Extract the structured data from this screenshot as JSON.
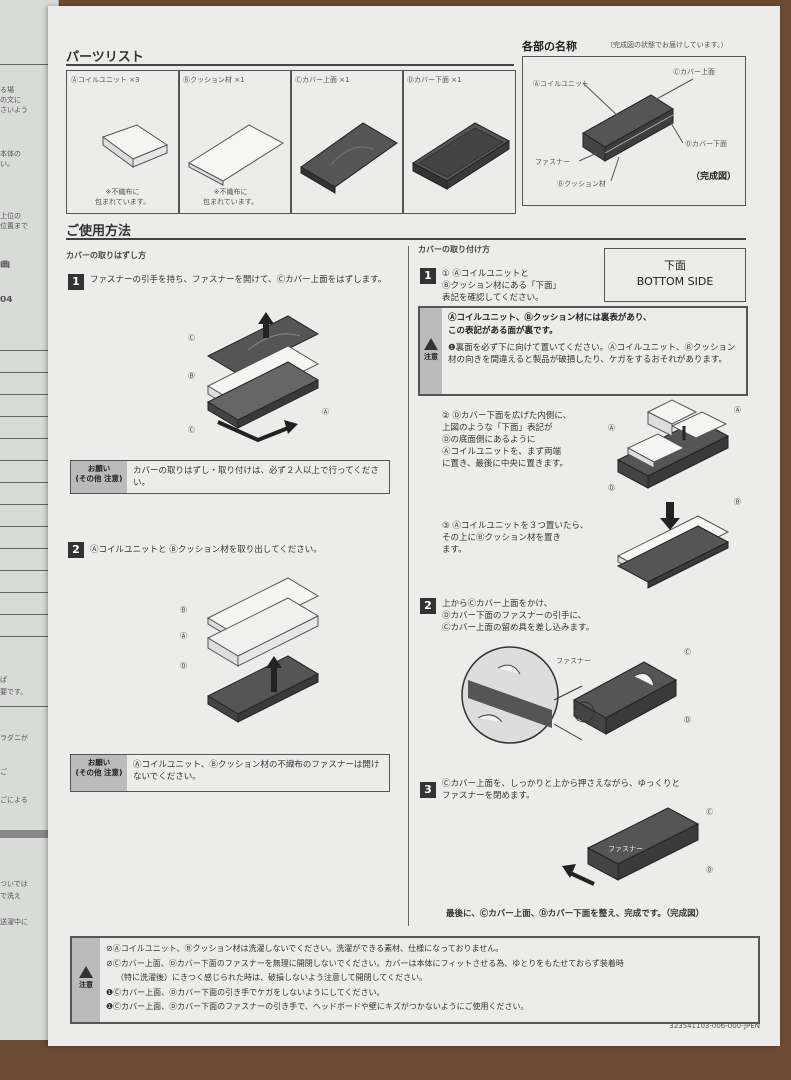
{
  "prev_page": {
    "fragments": [
      "ﾐ",
      "る場",
      "の文に",
      "さいよう",
      "本体の",
      "い。",
      "上位の",
      "位置まで",
      "画",
      "04",
      "ぱ",
      "要です。",
      "ラダニが",
      "ご",
      "ごによる",
      "ついでは",
      "で洗え",
      "送濯中に"
    ]
  },
  "parts": {
    "title": "パーツリスト",
    "items": [
      {
        "label": "Ⓐコイルユニット ×3",
        "note": "※不織布に\n包まれています。"
      },
      {
        "label": "Ⓑクッション材 ×1",
        "note": "※不織布に\n包まれています。"
      },
      {
        "label": "Ⓒカバー上面 ×1",
        "note": ""
      },
      {
        "label": "Ⓓカバー下面 ×1",
        "note": ""
      }
    ]
  },
  "names": {
    "title": "各部の名称",
    "subtitle": "（完成図の状態でお届けしています。）",
    "coil": "Ⓐコイルユニット",
    "top": "Ⓒカバー上面",
    "bottom": "Ⓓカバー下面",
    "fastener": "ファスナー",
    "cushion": "Ⓑクッション材",
    "complete": "（完成図）"
  },
  "usage": {
    "title": "ご使用方法"
  },
  "remove": {
    "title": "カバーの取りはずし方",
    "step1": "ファスナーの引手を持ち、ファスナーを開けて、Ⓒカバー上面をはずします。",
    "note1_label": "お願い\n(その他 注意)",
    "note1": "カバーの取りはずし・取り付けは、必ず２人以上で行ってください。",
    "step2": "Ⓐコイルユニットと Ⓑクッション材を取り出してください。",
    "note2_label": "お願い\n(その他 注意)",
    "note2": "Ⓐコイルユニット、Ⓑクッション材の不織布のファスナーは開けないでください。"
  },
  "attach": {
    "title": "カバーの取り付け方",
    "step1a": "① Ⓐコイルユニットと\nⒷクッション材にある「下面」\n表記を確認してください。",
    "bottom_jp": "下面",
    "bottom_en": "BOTTOM SIDE",
    "caution_label": "注意",
    "caution_head": "Ⓐコイルユニット、Ⓑクッション材には裏表があり、\nこの表記がある面が裏です。",
    "caution_body": "❶裏面を必ず下に向けて置いてください。Ⓐコイルユニット、Ⓑクッション材の向きを間違えると製品が破損したり、ケガをするおそれがあります。",
    "step1b": "② Ⓓカバー下面を広げた内側に、\n上図のような「下面」表記が\nⒹの底面側にあるように\nⒶコイルユニットを、まず両端\nに置き、最後に中央に置きます。",
    "step1c": "③ Ⓐコイルユニットを３つ置いたら、\nその上にⒷクッション材を置き\nます。",
    "step2": "上からⒸカバー上面をかけ、\nⒹカバー下面のファスナーの引手に、\nⒸカバー上面の留め具を差し込みます。",
    "fastener_label": "ファスナー",
    "step3": "Ⓒカバー上面を、しっかりと上から押さえながら、ゆっくりと\nファスナーを閉めます。",
    "fastener_label2": "ファスナー",
    "final": "最後に、Ⓒカバー上面、Ⓓカバー下面を整え、完成です。（完成図）"
  },
  "bottom_notes": {
    "label": "注意",
    "lines": [
      "⊘Ⓐコイルユニット、Ⓑクッション材は洗濯しないでください。洗濯ができる素材、仕様になっておりません。",
      "⊘Ⓒカバー上面、Ⓓカバー下面のファスナーを無理に開閉しないでください。カバーは本体にフィットさせる為、ゆとりをもたせておらず装着時",
      "（特に洗濯後）にきつく感じられた時は、破損しないよう注意して開閉してください。",
      "❶Ⓒカバー上面、Ⓓカバー下面の引き手でケガをしないようにしてください。",
      "❶Ⓒカバー上面、Ⓓカバー下面のファスナーの引き手で、ヘッドボードや壁にキズがつかないようにご使用ください。"
    ]
  },
  "doc_code": "323541103-006-000-JPEN"
}
